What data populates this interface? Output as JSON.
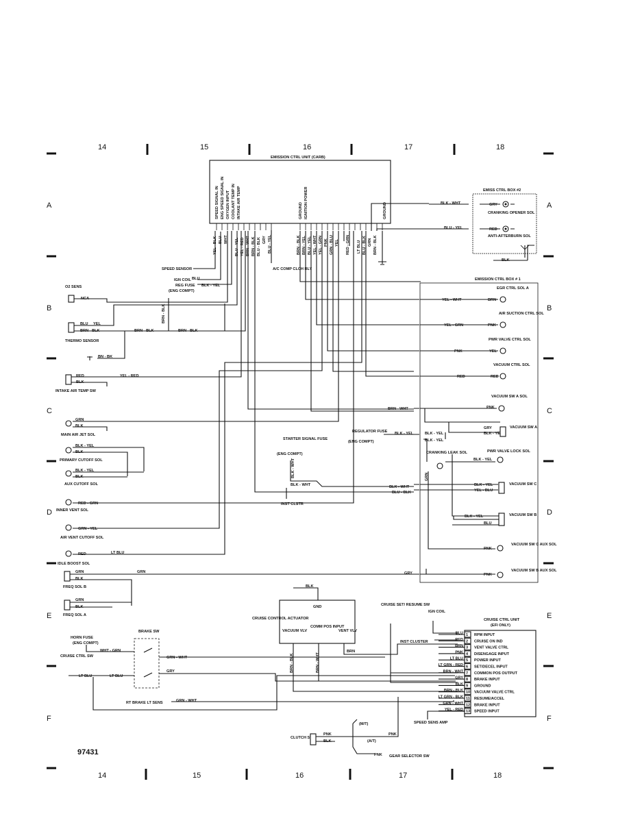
{
  "grid": {
    "columns": [
      "14",
      "15",
      "16",
      "17",
      "18"
    ],
    "rows": [
      "A",
      "B",
      "C",
      "D",
      "E",
      "F"
    ]
  },
  "ecu": {
    "title": "EMISSION CTRL UNIT (CARB)",
    "inputs": [
      "SPEED SIGNAL IN",
      "ENG SPEED SIGNAL IN",
      "OXYGEN INPUT",
      "COOLANT TEMP IN",
      "INTAKE AIR TEMP"
    ],
    "power": [
      "GROUND",
      "IGNITION POWER"
    ],
    "ground_pin": "GROUND",
    "pin_wires_left": [
      "YEL - BLK",
      "BLU",
      "WHT",
      "BLU - YEL",
      "YEL - RED",
      "BRN - WHT",
      "BRN - BLK",
      "BLU - BLK",
      "GRY",
      "BLU - YEL"
    ],
    "pin_wires_right": [
      "BRN - BLK",
      "BRN - YEL",
      "BLU - YEL",
      "YEL - WHT",
      "YEL - GRN",
      "PNK",
      "GRN - BLU",
      "YEL",
      "RED - GRN",
      "LT BLU",
      "BLU - BLK",
      "GRN",
      "BRN - BLK"
    ]
  },
  "box2": {
    "title": "EMISS CTRL BOX #2",
    "wire1": "BLK - WHT",
    "pin1": "GRY",
    "sol1": "CRANKING OPENER SOL",
    "wire2": "BLU - YEL",
    "pin2": "RED",
    "sol2": "ANTI-AFTERBURN SOL",
    "gnd_wire": "BLK"
  },
  "box1": {
    "title": "EMISSION CTRL BOX # 1",
    "items": [
      {
        "wire": "YEL - WHT",
        "pin": "BRN",
        "name": "EGR CTRL SOL A"
      },
      {
        "wire": "YEL - GRN",
        "pin": "PNK",
        "name": "AIR SUCTION CTRL SOL"
      },
      {
        "wire": "PNK",
        "pin": "YEL",
        "name": "PWR VALVE CTRL SOL"
      },
      {
        "wire": "RED",
        "pin": "RED",
        "name": "VACUUM CTRL SOL"
      },
      {
        "wire": "BRN - WHT",
        "pin": "PNK",
        "name": "VACUUM SW A SOL"
      }
    ],
    "vac_sw_a": {
      "w1": "GRY",
      "w2": "BLK - YEL",
      "name": "VACUUM SW A"
    },
    "pwr_lock": {
      "wire": "BLK - YEL",
      "name": "PWR VALVE LOCK SOL"
    },
    "cranking_leak": {
      "name": "CRANKING LEAK SOL",
      "wire": "GRN"
    },
    "vac_sw_c": {
      "w1": "BLK - YEL",
      "w2": "YEL - BLU",
      "name": "VACUUM SW C"
    },
    "vac_sw_b": {
      "w1": "BLK - YEL",
      "w2": "BLU",
      "name": "VACUUM SW B"
    },
    "vac_sw_c_aux": {
      "wire": "PNK",
      "name": "VACUUM SW C AUX SOL"
    },
    "vac_sw_b_aux": {
      "wire": "PNK",
      "name": "VACUUM SW B AUX SOL"
    },
    "gry_wire": "GRY"
  },
  "left": {
    "speed_sensor": "SPEED SENSOR",
    "ign_coil": "IGN COIL",
    "ign_coil_wire": "BLU",
    "reg_fuse": "REG FUSE",
    "reg_fuse_wire": "BLK - YEL",
    "eng_compt": "(ENG COMPT)",
    "ac_relay": "A/C COMP CLCH RLY",
    "o2_sens": "O2 SENS",
    "nca": "NCA",
    "thermo_sensor": "THERMO SENSOR",
    "thermo_w1": "BLU",
    "thermo_w1b": "YEL",
    "thermo_w2": "BRN - BLK",
    "brn_blk_mid": "BRN - BLK",
    "brn_blk_right": "BRN - BLK",
    "brn_blk_vert": "BRN - BLK",
    "bn_bk": "BN - BK",
    "intake_temp": "INTAKE AIR TEMP SW",
    "intake_w1": "RED",
    "intake_w2": "BLK",
    "intake_w3": "YEL - RED",
    "main_air_jet": "MAIN AIR JET SOL",
    "main_w1": "GRN",
    "main_w2": "BLK",
    "primary_cutoff": "PRIMARY CUTOFF SOL",
    "primary_w1": "BLK - YEL",
    "primary_w2": "BLK",
    "aux_cutoff": "AUX CUTOFF SOL",
    "aux_w1": "BLK - YEL",
    "aux_w2": "BLK",
    "inner_vent": "INNER VENT SOL",
    "inner_w": "RED - GRN",
    "air_vent_cutoff": "AIR VENT CUTOFF SOL",
    "air_vent_w": "GRN - YEL",
    "idle_boost": "IDLE BOOST SOL",
    "idle_w1": "RED",
    "idle_w2": "LT BLU",
    "freq_b": "FREQ SOL B",
    "freq_b_w1": "GRN",
    "freq_b_w2": "BLK",
    "freq_b_w3": "GRN",
    "freq_a": "FREQ SOL A",
    "freq_a_w1": "GRN",
    "freq_a_w2": "BLK"
  },
  "center": {
    "starter_fuse": "STARTER SIGNAL FUSE",
    "starter_eng": "(ENG COMPT)",
    "starter_wire": "BLK - WHT",
    "starter_wire2": "BLK - WHT",
    "inst_clstr": "INST CLSTR",
    "regulator_fuse": "REGULATOR FUSE",
    "regulator_eng": "(ENG COMPT)",
    "reg_wire1": "BLK - YEL",
    "reg_wire2": "BLK - YEL",
    "reg_wire3": "BLK - YEL",
    "blk_wht": "BLK - WHT",
    "blu_blk": "BLU - BLK"
  },
  "cruise": {
    "gnd_wire": "BLK",
    "actuator_title": "CRUISE CONTROL ACTUATOR",
    "gnd": "GND",
    "vacuum_vlv": "VACUUM VLV",
    "comm_pos": "COMM POS INPUT",
    "vent_vlv": "VENT VLV",
    "w_brn_blk": "BRN - BLK",
    "w_brn_wht": "BRN - WHT",
    "w_brn": "BRN",
    "set_resume": "CRUISE SET/ RESUME SW",
    "ign_coil": "IGN COIL",
    "inst_cluster": "INST CLUSTER",
    "unit_title": "CRUISE CTRL UNIT",
    "unit_sub": "(EFI ONLY)",
    "pins": [
      {
        "n": "1",
        "wire": "BLU",
        "label": "RPM INPUT"
      },
      {
        "n": "2",
        "wire": "RED",
        "label": "CRUISE ON IND"
      },
      {
        "n": "3",
        "wire": "BRN",
        "label": "VENT VALVE CTRL"
      },
      {
        "n": "4",
        "wire": "PNK",
        "label": "DISENGAGE INPUT"
      },
      {
        "n": "5",
        "wire": "LT BLU",
        "label": "POWER INPUT"
      },
      {
        "n": "6",
        "wire": "LT GRN - RED",
        "label": "SET/DECEL INPUT"
      },
      {
        "n": "7",
        "wire": "BRN - WHT",
        "label": "COMMON POS OUTPUT"
      },
      {
        "n": "8",
        "wire": "GRY",
        "label": "BRAKE INPUT"
      },
      {
        "n": "9",
        "wire": "BLK",
        "label": "GROUND"
      },
      {
        "n": "10",
        "wire": "BRN - BLK",
        "label": "VACUUM VALVE CTRL"
      },
      {
        "n": "11",
        "wire": "LT GRN - BLK",
        "label": "RESUME/ACCEL"
      },
      {
        "n": "12",
        "wire": "GRN - WHT",
        "label": "BRAKE INPUT"
      },
      {
        "n": "13",
        "wire": "YEL - RED",
        "label": "SPEED INPUT"
      }
    ],
    "speed_sens_amp": "SPEED SENS AMP",
    "horn_fuse": "HORN FUSE",
    "horn_eng": "(ENG COMPT)",
    "horn_wire": "WHT - GRN",
    "brake_sw": "BRAKE SW",
    "brake_w1": "GRN - WHT",
    "brake_w2": "GRY",
    "cruise_ctrl_sw": "CRUISE CTRL SW",
    "lt_blu1": "LT BLU",
    "lt_blu2": "LT BLU",
    "rt_brake": "RT BRAKE LT SENS",
    "rt_brake_w": "GRN - WHT",
    "mt": "(M/T)",
    "at": "(A/T)",
    "clutch_sw": "CLUTCH SW",
    "clutch_w1": "PNK",
    "clutch_w2": "BLK",
    "clutch_w3": "PNK",
    "gear_sel": "GEAR SELECTOR SW",
    "gear_w": "PNK"
  },
  "figure_id": "97431"
}
